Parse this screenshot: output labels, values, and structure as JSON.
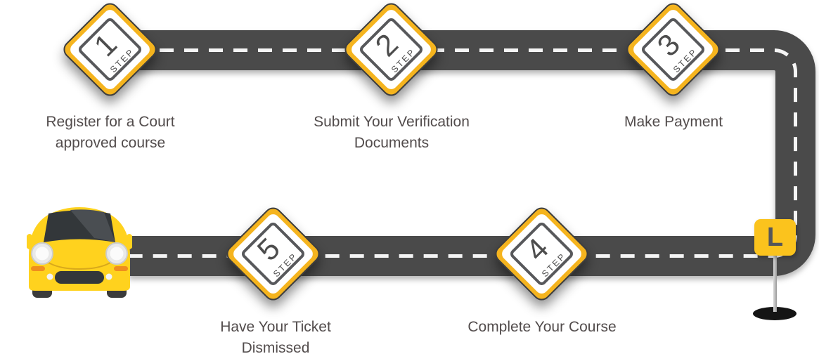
{
  "diagram": {
    "type": "process-roadmap",
    "steps": [
      {
        "number": "1",
        "label": "STEP",
        "caption": "Register for a Court\napproved course"
      },
      {
        "number": "2",
        "label": "STEP",
        "caption": "Submit Your Verification\nDocuments"
      },
      {
        "number": "3",
        "label": "STEP",
        "caption": "Make Payment"
      },
      {
        "number": "4",
        "label": "STEP",
        "caption": "Complete Your Course"
      },
      {
        "number": "5",
        "label": "STEP",
        "caption": "Have Your Ticket\nDismissed"
      }
    ],
    "learner_sign": {
      "label": "L"
    },
    "icons": {
      "car": "car-icon",
      "step_sign": "diamond-road-sign",
      "learner_plate": "learner-plate-sign"
    },
    "colors": {
      "road": "#4A4A4A",
      "road_dash": "#F5F5F5",
      "sign_yellow": "#F5B41E",
      "sign_inner_border": "#57585B",
      "learner_plate_yellow": "#FBC31D",
      "car_yellow": "#FFD21E",
      "indicator_orange": "#EF8E1E",
      "text": "#524C4C",
      "number_text": "#4D4D4D"
    }
  }
}
